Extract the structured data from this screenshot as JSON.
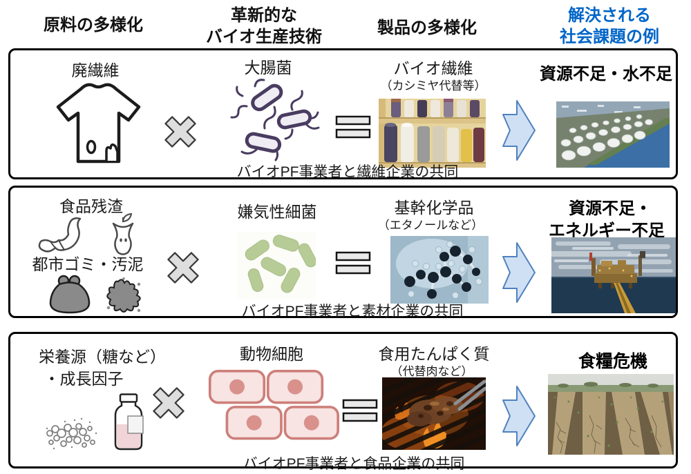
{
  "header": {
    "col_materials": "原料の多様化",
    "col_technology_line1": "革新的な",
    "col_technology_line2": "バイオ生産技術",
    "col_products": "製品の多様化",
    "col_issues_line1": "解決される",
    "col_issues_line2": "社会課題の例"
  },
  "colors": {
    "issues_heading_blue": "#0065c8",
    "arrow_fill": "#cfe0f4",
    "arrow_stroke": "#4f81bd",
    "box_border": "#000000"
  },
  "operators": {
    "multiply_icon": "multiply-cross-icon",
    "equals_icon": "equals-icon",
    "arrow_icon": "right-arrow-icon"
  },
  "rows": [
    {
      "materials": {
        "label": "廃繊維",
        "icons": [
          "waste-tshirt-icon"
        ]
      },
      "technology": {
        "label": "大腸菌",
        "icons": [
          "ecoli-bacteria-icon"
        ]
      },
      "product": {
        "label": "バイオ繊維",
        "sublabel": "（カシミヤ代替等）",
        "photo": "yarn-spools-photo"
      },
      "issue": {
        "label": "資源不足・水不足",
        "photo": "oil-tank-farm-photo"
      },
      "caption": "バイオPF事業者と繊維企業の共同"
    },
    {
      "materials": {
        "label": "食品残渣",
        "label2": "都市ゴミ・汚泥",
        "icons": [
          "banana-peel-icon",
          "apple-core-icon",
          "trash-bag-icon",
          "sludge-splat-icon"
        ]
      },
      "technology": {
        "label": "嫌気性細菌",
        "icons": [
          "anaerobic-bacteria-icon"
        ]
      },
      "product": {
        "label": "基幹化学品",
        "sublabel": "（エタノールなど）",
        "photo": "molecule-model-photo"
      },
      "issue": {
        "label": "資源不足・",
        "label2": "エネルギー不足",
        "photo": "offshore-oil-rig-photo"
      },
      "caption": "バイオPF事業者と素材企業の共同"
    },
    {
      "materials": {
        "label": "栄養源（糖など）",
        "label2": "・成長因子",
        "icons": [
          "sugar-granules-icon",
          "culture-bottle-icon"
        ]
      },
      "technology": {
        "label": "動物細胞",
        "icons": [
          "animal-cells-icon"
        ]
      },
      "product": {
        "label": "食用たんぱく質",
        "sublabel": "（代替肉など）",
        "photo": "grilled-meat-photo"
      },
      "issue": {
        "label": "食糧危機",
        "photo": "dry-cracked-field-photo"
      },
      "caption": "バイオPF事業者と食品企業の共同"
    }
  ]
}
